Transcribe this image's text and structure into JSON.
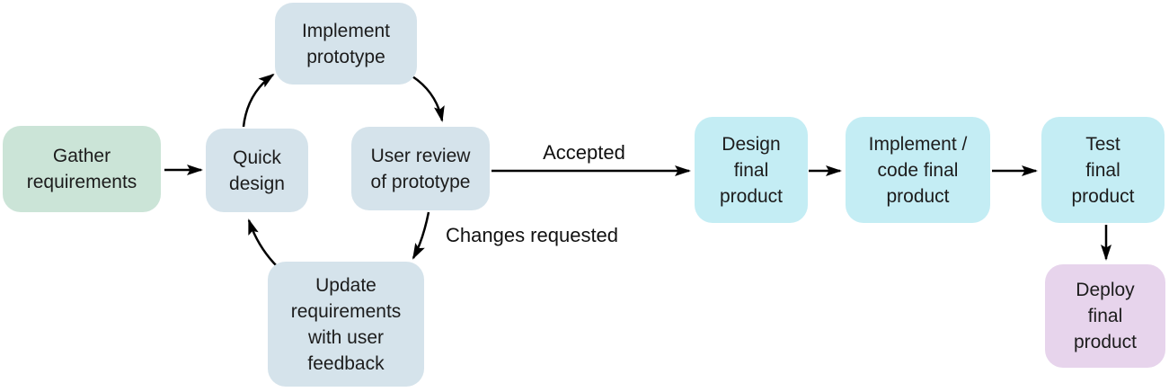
{
  "diagram": {
    "type": "flowchart",
    "description": "Prototyping software process flow with iterative prototype cycle and final product pipeline",
    "colors": {
      "mint": "#cbe4d7",
      "blue": "#d5e3eb",
      "cyan": "#c4edf4",
      "lavender": "#e7d4ec",
      "arrow": "#000000",
      "text": "#1c1c1c",
      "background": "#ffffff"
    },
    "nodes": [
      {
        "id": "gather-requirements",
        "label": "Gather\nrequirements",
        "color": "mint"
      },
      {
        "id": "quick-design",
        "label": "Quick\ndesign",
        "color": "blue"
      },
      {
        "id": "implement-prototype",
        "label": "Implement\nprototype",
        "color": "blue"
      },
      {
        "id": "user-review",
        "label": "User review\nof prototype",
        "color": "blue"
      },
      {
        "id": "update-requirements",
        "label": "Update\nrequirements\nwith user\nfeedback",
        "color": "blue"
      },
      {
        "id": "design-final",
        "label": "Design\nfinal\nproduct",
        "color": "cyan"
      },
      {
        "id": "implement-code-final",
        "label": "Implement /\ncode final\nproduct",
        "color": "cyan"
      },
      {
        "id": "test-final",
        "label": "Test\nfinal\nproduct",
        "color": "cyan"
      },
      {
        "id": "deploy-final",
        "label": "Deploy\nfinal\nproduct",
        "color": "lavender"
      }
    ],
    "edges": [
      {
        "from": "Gather requirements",
        "to": "Quick design",
        "label": ""
      },
      {
        "from": "Quick design",
        "to": "Implement prototype",
        "label": ""
      },
      {
        "from": "Implement prototype",
        "to": "User review of prototype",
        "label": ""
      },
      {
        "from": "User review of prototype",
        "to": "Update requirements with user feedback",
        "label": "Changes requested"
      },
      {
        "from": "Update requirements with user feedback",
        "to": "Quick design",
        "label": ""
      },
      {
        "from": "User review of prototype",
        "to": "Design final product",
        "label": "Accepted"
      },
      {
        "from": "Design final product",
        "to": "Implement / code final product",
        "label": ""
      },
      {
        "from": "Implement / code final product",
        "to": "Test final product",
        "label": ""
      },
      {
        "from": "Test final product",
        "to": "Deploy final product",
        "label": ""
      }
    ]
  }
}
